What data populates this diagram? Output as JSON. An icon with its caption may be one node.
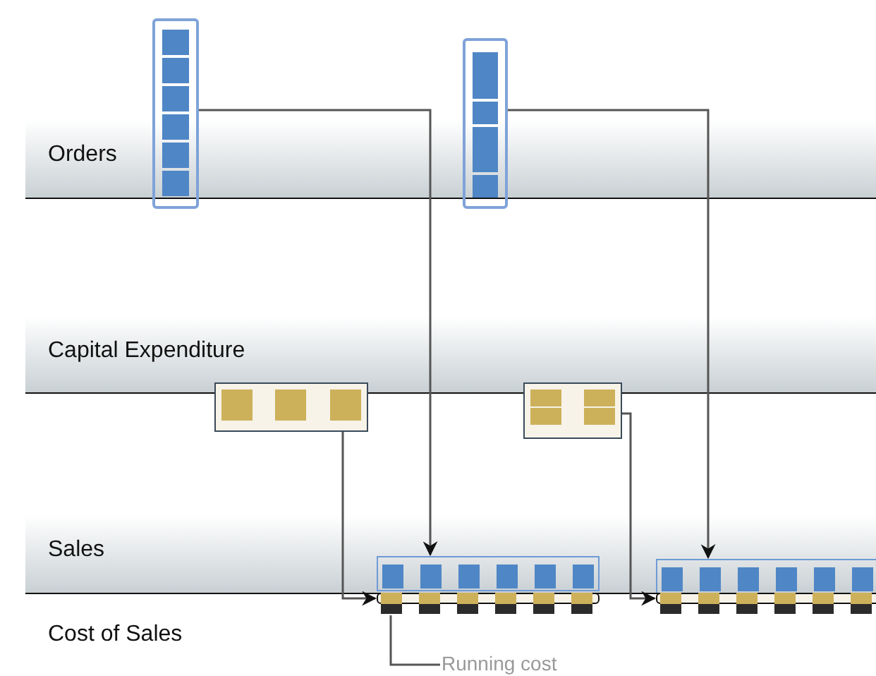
{
  "diagram": {
    "nodes": [
      {
        "text": [
          "Orders"
        ]
      },
      {
        "text": [],
        "shape": "bar"
      },
      {
        "text": [],
        "shape": "bar"
      },
      {
        "text": [
          "Capital Expenditure"
        ]
      },
      {
        "text": [],
        "shape": "box"
      },
      {
        "text": [],
        "shape": "box"
      },
      {
        "text": [
          "Sales"
        ]
      },
      {
        "text": [],
        "shape": "box",
        "in": 6
      },
      {
        "text": [],
        "shape": "box",
        "in": 6
      },
      {
        "text": [],
        "shape": "bar"
      },
      {
        "text": [],
        "shape": "bar"
      },
      {
        "text": [
          "Running cost"
        ]
      }
    ],
    "edges": [
      {
        "from": 1,
        "to": 7,
        "arrow": "to"
      },
      {
        "from": 2,
        "to": 8,
        "arrow": "to"
      },
      {
        "from": 4,
        "to": 9,
        "arrow": "to"
      },
      {
        "from": 5,
        "to": 10,
        "arrow": "to"
      },
      {
        "from": 11,
        "to": 9,
        "arrow": "none"
      }
    ],
    "labels": [
      "Cost of Sales"
    ]
  }
}
